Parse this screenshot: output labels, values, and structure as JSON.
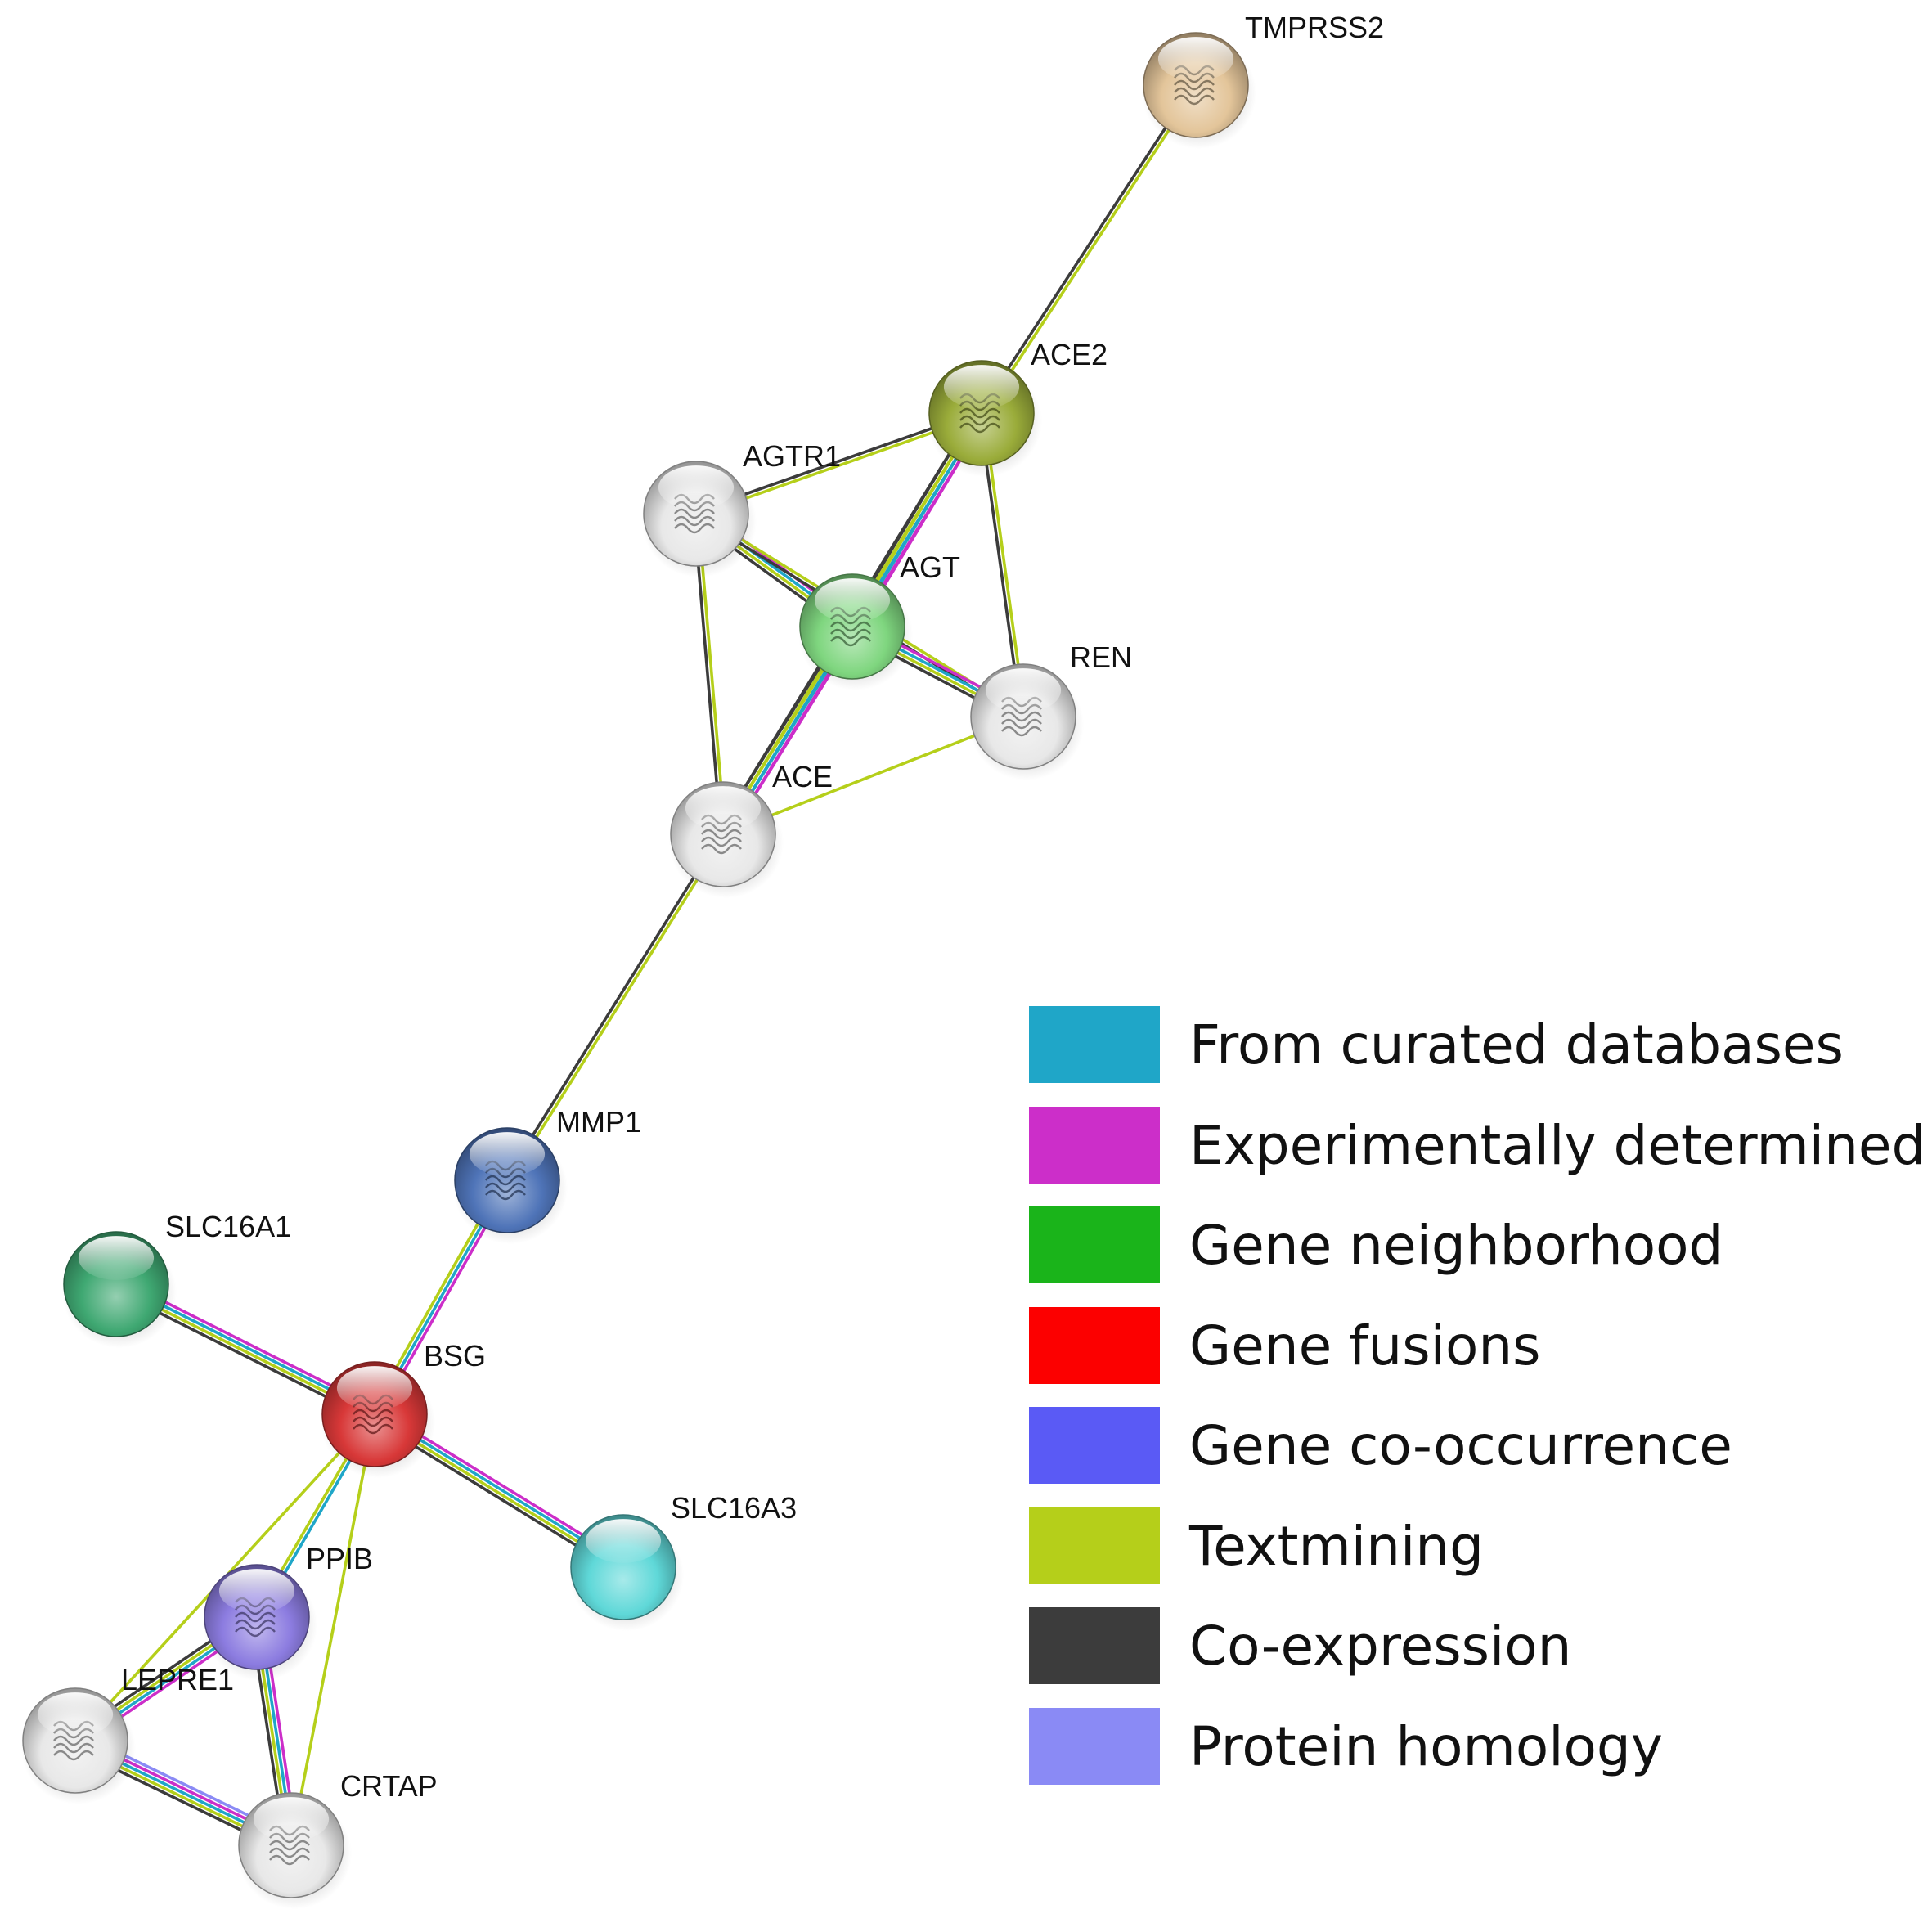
{
  "network": {
    "nodes": [
      {
        "id": "TMPRSS2",
        "label": "TMPRSS2",
        "color": "#e3c59a",
        "icon": "protein-structure"
      },
      {
        "id": "ACE2",
        "label": "ACE2",
        "color": "#9aac3a",
        "icon": "protein-structure"
      },
      {
        "id": "AGTR1",
        "label": "AGTR1",
        "color": "#e8e8e8",
        "icon": "protein-structure"
      },
      {
        "id": "AGT",
        "label": "AGT",
        "color": "#7fd67f",
        "icon": "protein-structure"
      },
      {
        "id": "REN",
        "label": "REN",
        "color": "#e8e8e8",
        "icon": "protein-structure"
      },
      {
        "id": "ACE",
        "label": "ACE",
        "color": "#e8e8e8",
        "icon": "protein-structure"
      },
      {
        "id": "MMP1",
        "label": "MMP1",
        "color": "#4f74b8",
        "icon": "protein-structure"
      },
      {
        "id": "SLC16A1",
        "label": "SLC16A1",
        "color": "#3fa872",
        "icon": "none"
      },
      {
        "id": "BSG",
        "label": "BSG",
        "color": "#d83838",
        "icon": "protein-structure"
      },
      {
        "id": "SLC16A3",
        "label": "SLC16A3",
        "color": "#5fd8d8",
        "icon": "none"
      },
      {
        "id": "PPIB",
        "label": "PPIB",
        "color": "#8c7ce0",
        "icon": "protein-structure"
      },
      {
        "id": "LEPRE1",
        "label": "LEPRE1",
        "color": "#e8e8e8",
        "icon": "protein-structure"
      },
      {
        "id": "CRTAP",
        "label": "CRTAP",
        "color": "#e8e8e8",
        "icon": "protein-structure"
      }
    ],
    "edges": [
      {
        "source": "TMPRSS2",
        "target": "ACE2",
        "evidence": [
          "textmining",
          "coexpression"
        ]
      },
      {
        "source": "ACE2",
        "target": "AGTR1",
        "evidence": [
          "textmining",
          "coexpression"
        ]
      },
      {
        "source": "ACE2",
        "target": "AGT",
        "evidence": [
          "experimental",
          "curated",
          "textmining",
          "coexpression"
        ]
      },
      {
        "source": "ACE2",
        "target": "REN",
        "evidence": [
          "textmining",
          "coexpression"
        ]
      },
      {
        "source": "ACE2",
        "target": "ACE",
        "evidence": [
          "experimental",
          "curated",
          "textmining",
          "coexpression"
        ]
      },
      {
        "source": "AGTR1",
        "target": "AGT",
        "evidence": [
          "experimental",
          "curated",
          "textmining",
          "coexpression"
        ]
      },
      {
        "source": "AGTR1",
        "target": "ACE",
        "evidence": [
          "textmining",
          "coexpression"
        ]
      },
      {
        "source": "AGTR1",
        "target": "REN",
        "evidence": [
          "textmining",
          "coexpression"
        ]
      },
      {
        "source": "AGT",
        "target": "REN",
        "evidence": [
          "experimental",
          "curated",
          "textmining",
          "coexpression"
        ]
      },
      {
        "source": "AGT",
        "target": "ACE",
        "evidence": [
          "experimental",
          "curated",
          "textmining",
          "coexpression"
        ]
      },
      {
        "source": "REN",
        "target": "ACE",
        "evidence": [
          "textmining"
        ]
      },
      {
        "source": "ACE",
        "target": "MMP1",
        "evidence": [
          "textmining",
          "coexpression"
        ]
      },
      {
        "source": "MMP1",
        "target": "BSG",
        "evidence": [
          "experimental",
          "curated",
          "textmining"
        ]
      },
      {
        "source": "SLC16A1",
        "target": "BSG",
        "evidence": [
          "experimental",
          "curated",
          "textmining",
          "coexpression"
        ]
      },
      {
        "source": "BSG",
        "target": "SLC16A3",
        "evidence": [
          "experimental",
          "curated",
          "textmining",
          "coexpression"
        ]
      },
      {
        "source": "BSG",
        "target": "PPIB",
        "evidence": [
          "curated",
          "textmining"
        ]
      },
      {
        "source": "BSG",
        "target": "LEPRE1",
        "evidence": [
          "textmining"
        ]
      },
      {
        "source": "BSG",
        "target": "CRTAP",
        "evidence": [
          "textmining"
        ]
      },
      {
        "source": "PPIB",
        "target": "LEPRE1",
        "evidence": [
          "experimental",
          "curated",
          "textmining",
          "coexpression"
        ]
      },
      {
        "source": "PPIB",
        "target": "CRTAP",
        "evidence": [
          "experimental",
          "curated",
          "textmining",
          "coexpression"
        ]
      },
      {
        "source": "LEPRE1",
        "target": "CRTAP",
        "evidence": [
          "homology",
          "experimental",
          "curated",
          "textmining",
          "coexpression"
        ]
      }
    ]
  },
  "legend": {
    "items": [
      {
        "key": "curated",
        "label": "From curated databases",
        "color": "#1fa6c8"
      },
      {
        "key": "experimental",
        "label": "Experimentally determined",
        "color": "#cc2ec9"
      },
      {
        "key": "neighborhood",
        "label": "Gene neighborhood",
        "color": "#1ab41a"
      },
      {
        "key": "fusion",
        "label": "Gene fusions",
        "color": "#fc0000"
      },
      {
        "key": "cooccurrence",
        "label": "Gene co-occurrence",
        "color": "#5a5af5"
      },
      {
        "key": "textmining",
        "label": "Textmining",
        "color": "#b5cf1a"
      },
      {
        "key": "coexpression",
        "label": "Co-expression",
        "color": "#3c3c3c"
      },
      {
        "key": "homology",
        "label": "Protein homology",
        "color": "#8a8af5"
      }
    ]
  }
}
